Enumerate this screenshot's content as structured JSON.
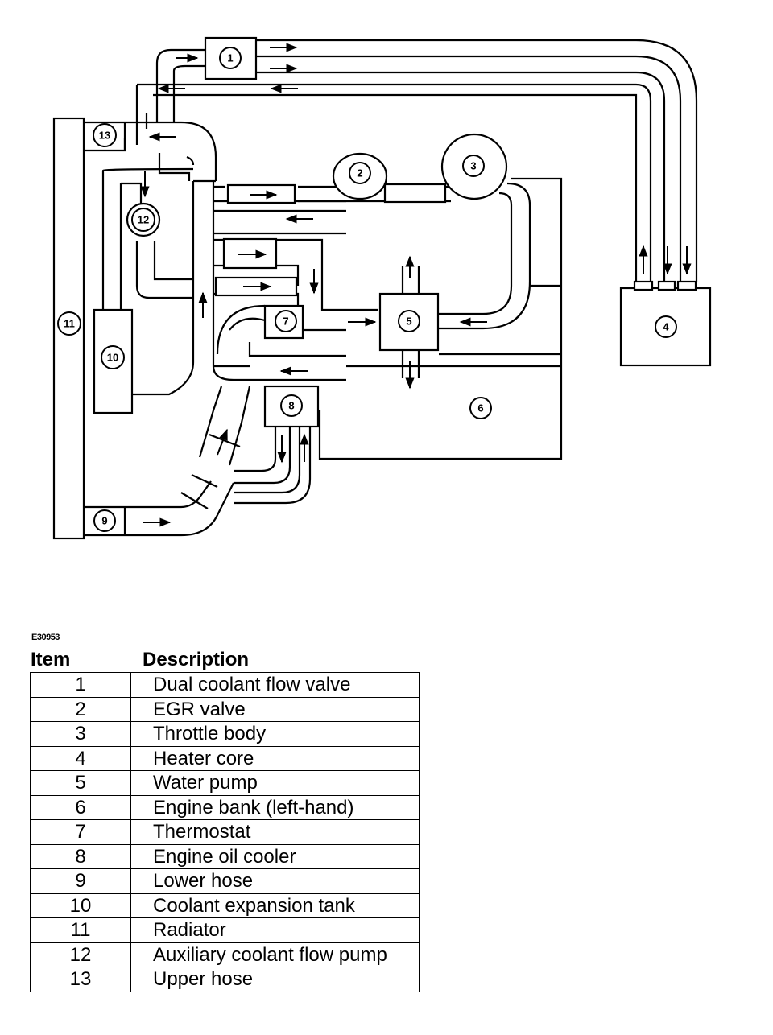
{
  "diagram": {
    "reference_code": "E30953",
    "callouts": [
      "1",
      "2",
      "3",
      "4",
      "5",
      "6",
      "7",
      "8",
      "9",
      "10",
      "11",
      "12",
      "13"
    ]
  },
  "legend": {
    "header_item": "Item",
    "header_description": "Description",
    "rows": [
      {
        "item": "1",
        "description": "Dual coolant flow valve"
      },
      {
        "item": "2",
        "description": "EGR valve"
      },
      {
        "item": "3",
        "description": "Throttle body"
      },
      {
        "item": "4",
        "description": "Heater core"
      },
      {
        "item": "5",
        "description": "Water pump"
      },
      {
        "item": "6",
        "description": "Engine bank (left-hand)"
      },
      {
        "item": "7",
        "description": "Thermostat"
      },
      {
        "item": "8",
        "description": "Engine oil cooler"
      },
      {
        "item": "9",
        "description": "Lower hose"
      },
      {
        "item": "10",
        "description": "Coolant expansion tank"
      },
      {
        "item": "11",
        "description": "Radiator"
      },
      {
        "item": "12",
        "description": "Auxiliary coolant flow pump"
      },
      {
        "item": "13",
        "description": "Upper hose"
      }
    ]
  }
}
